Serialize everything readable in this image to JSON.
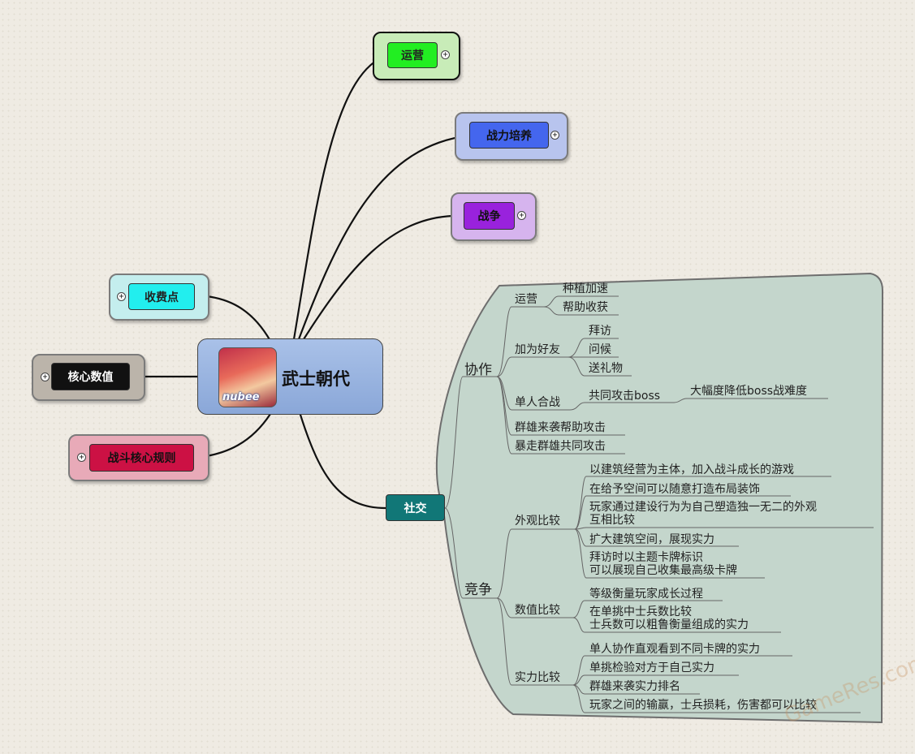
{
  "center": {
    "title": "武士朝代",
    "brand": "nubee"
  },
  "left_nodes": [
    {
      "id": "fee",
      "label": "收费点"
    },
    {
      "id": "core",
      "label": "核心数值"
    },
    {
      "id": "combat",
      "label": "战斗核心规则"
    }
  ],
  "right_nodes": [
    {
      "id": "operate",
      "label": "运营"
    },
    {
      "id": "power",
      "label": "战力培养"
    },
    {
      "id": "war",
      "label": "战争"
    }
  ],
  "social": {
    "label": "社交",
    "coop": {
      "label": "协作",
      "operate": {
        "label": "运营",
        "items": [
          "种植加速",
          "帮助收获"
        ]
      },
      "friends": {
        "label": "加为好友",
        "items": [
          "拜访",
          "问候",
          "送礼物"
        ]
      },
      "solo": {
        "label": "单人合战",
        "attack": "共同攻击boss",
        "effect": "大幅度降低boss战难度"
      },
      "raid_help": "群雄来袭帮助攻击",
      "raid_attack": "暴走群雄共同攻击"
    },
    "compete": {
      "label": "竞争",
      "appearance": {
        "label": "外观比较",
        "items": [
          "以建筑经营为主体，加入战斗成长的游戏",
          "在给予空间可以随意打造布局装饰",
          "玩家通过建设行为为自己塑造独一无二的外观",
          "互相比较",
          "扩大建筑空间，展现实力",
          "拜访时以主题卡牌标识",
          "可以展现自己收集最高级卡牌"
        ]
      },
      "numeric": {
        "label": "数值比较",
        "items": [
          "等级衡量玩家成长过程",
          "在单挑中士兵数比较",
          "士兵数可以粗鲁衡量组成的实力"
        ]
      },
      "strength": {
        "label": "实力比较",
        "items": [
          "单人协作直观看到不同卡牌的实力",
          "单挑检验对方于自己实力",
          "群雄来袭实力排名",
          "玩家之间的输赢，士兵损耗，伤害都可以比较"
        ]
      }
    }
  },
  "watermark": "GameRes.com",
  "colors": {
    "operate": "#22ee22",
    "power": "#4466ee",
    "war": "#9922dd",
    "fee": "#22eeee",
    "core": "#111111",
    "combat": "#cc1144",
    "social": "#117777",
    "social_bg": "#c4d6cc"
  }
}
